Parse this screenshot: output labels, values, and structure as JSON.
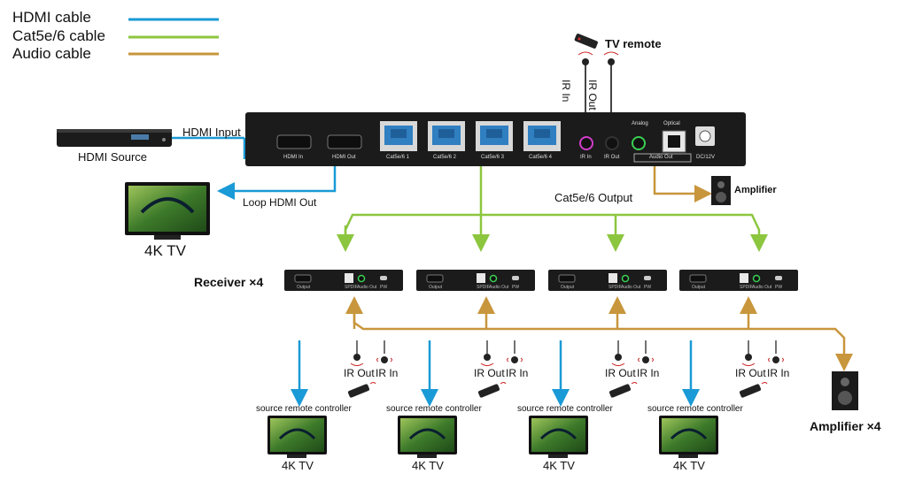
{
  "legend": [
    {
      "label": "HDMI cable",
      "color": "#1a9ad6"
    },
    {
      "label": "Cat5e/6 cable",
      "color": "#8cc63f"
    },
    {
      "label": "Audio cable",
      "color": "#c8963c"
    }
  ],
  "tv_remote": {
    "label": "TV remote",
    "ir_in": "IR In",
    "ir_out": "IR Out"
  },
  "source": {
    "label": "HDMI Source",
    "input_label": "HDMI Input"
  },
  "loop": {
    "label": "Loop HDMI Out",
    "tv_label": "4K TV"
  },
  "transmitter": {
    "hdmi_ports": [
      "HDMI In",
      "HDMI Out"
    ],
    "cat_ports": [
      "Cat5e/6 1",
      "Cat5e/6 2",
      "Cat5e/6 3",
      "Cat5e/6 4"
    ],
    "ir_ports": [
      "IR In",
      "IR Out"
    ],
    "audio_analog": "Analog",
    "audio_optical": "Optical",
    "audio_out": "Audio Out",
    "power": "DC/12V"
  },
  "cat_output_label": "Cat5e/6 Output",
  "amplifier_label": "Amplifier",
  "receiver_label": "Receiver ×4",
  "receiver_ports": [
    "Output",
    "SPDIF",
    "Audio Out",
    "PW"
  ],
  "zones": [
    {
      "ir_out": "IR Out",
      "ir_in": "IR In",
      "remote_label": "source remote controller",
      "tv_label": "4K TV"
    },
    {
      "ir_out": "IR Out",
      "ir_in": "IR In",
      "remote_label": "source remote controller",
      "tv_label": "4K TV"
    },
    {
      "ir_out": "IR Out",
      "ir_in": "IR In",
      "remote_label": "source remote controller",
      "tv_label": "4K TV"
    },
    {
      "ir_out": "IR Out",
      "ir_in": "IR In",
      "remote_label": "source remote controller",
      "tv_label": "4K TV"
    }
  ],
  "amplifier_x4_label": "Amplifier ×4",
  "colors": {
    "hdmi": "#1a9ad6",
    "cat": "#8cc63f",
    "audio": "#c8963c",
    "device": "#1b1b1b"
  }
}
